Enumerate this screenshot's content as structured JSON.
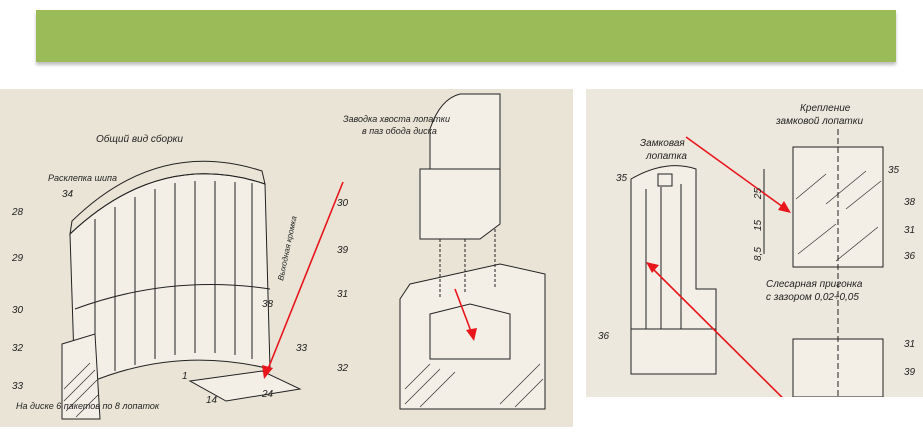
{
  "colors": {
    "banner": "#9bbb59",
    "arrow": "#e8151b",
    "paper": "#e9e4d6"
  },
  "left_figure": {
    "title_assembly": "Общий вид сборки",
    "label_riveting": "Расклепка шипа",
    "label_insertion_line1": "Заводка хвоста лопатки",
    "label_insertion_line2": "в паз обода диска",
    "label_trailing_edge": "Выходная кромка",
    "caption": "На диске 6 пакетов по 8 лопаток",
    "callouts": [
      "34",
      "28",
      "29",
      "30",
      "32",
      "33",
      "38",
      "30",
      "39",
      "31",
      "32",
      "33"
    ],
    "dims": [
      "1",
      "14",
      "24"
    ]
  },
  "right_figure": {
    "label_lock_blade_line1": "Замковая",
    "label_lock_blade_line2": "лопатка",
    "title_fixing_line1": "Крепление",
    "title_fixing_line2": "замковой лопатки",
    "fitting_line1": "Слесарная пригонка",
    "fitting_line2": "с зазором 0,02÷0,05",
    "callouts": [
      "35",
      "36",
      "35",
      "38",
      "31",
      "36",
      "31",
      "39"
    ],
    "dims": [
      "25",
      "15",
      "8,5"
    ]
  }
}
